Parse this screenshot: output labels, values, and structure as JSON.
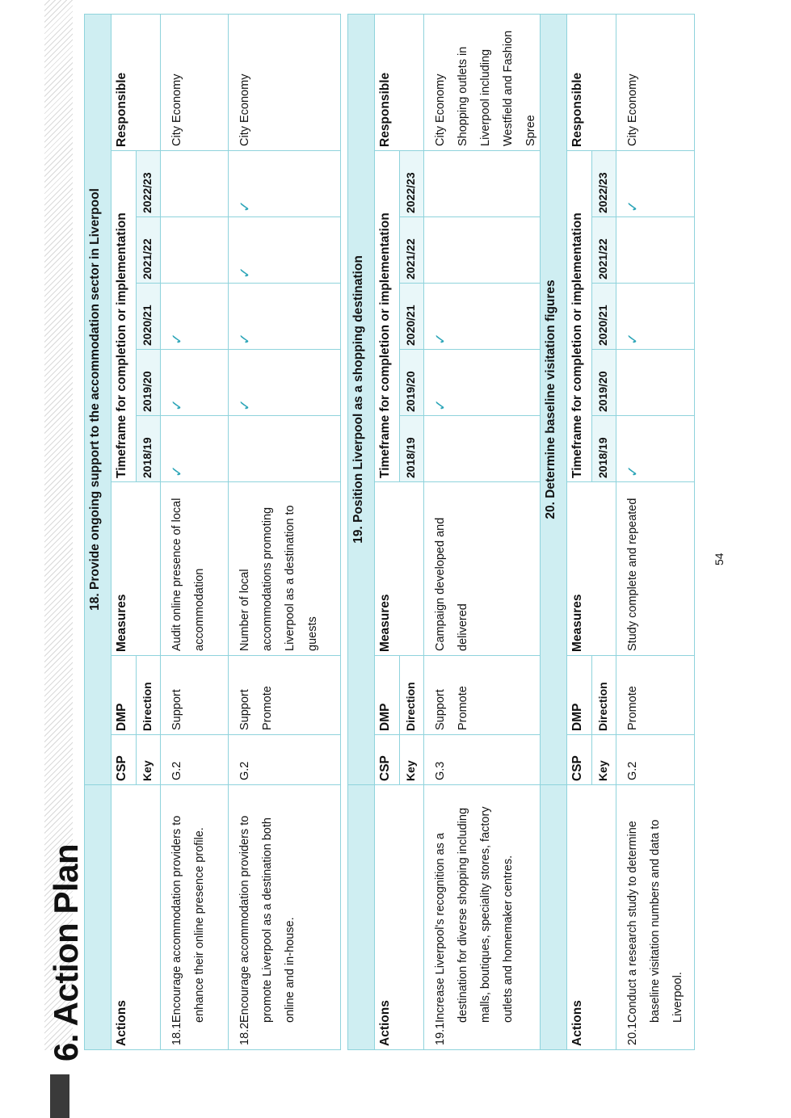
{
  "page": {
    "title": "6. Action Plan",
    "number": "54"
  },
  "colors": {
    "accent": "#8fd3dc",
    "band_fill": "#cfeef2",
    "check": "#2aa4b7"
  },
  "header_labels": {
    "actions": "Actions",
    "csp": "CSP",
    "key": "Key",
    "dmp": "DMP",
    "direction": "Direction",
    "measures": "Measures",
    "timeframe": "Timeframe for completion or implementation",
    "responsible": "Responsible",
    "years": [
      "2018/19",
      "2019/20",
      "2020/21",
      "2021/22",
      "2022/23"
    ]
  },
  "check_mark": "✓",
  "sections": [
    {
      "title": "18. Provide ongoing support to the accommodation sector in Liverpool",
      "rows": [
        {
          "id": "18.1",
          "action": "Encourage accommodation providers to enhance their online presence profile.",
          "csp": "G.2",
          "dmp": "Support",
          "measure": "Audit online presence of local accommodation",
          "years": [
            true,
            true,
            true,
            false,
            false
          ],
          "responsible": "City Economy"
        },
        {
          "id": "18.2",
          "action": "Encourage accommodation providers to promote Liverpool as a destination both online and in-house.",
          "csp": "G.2",
          "dmp": "Support\nPromote",
          "measure": "Number of local accommodations promoting Liverpool as a destination to guests",
          "years": [
            false,
            true,
            true,
            true,
            true
          ],
          "responsible": "City Economy"
        }
      ]
    },
    {
      "title": "19. Position Liverpool as a shopping destination",
      "rows": [
        {
          "id": "19.1",
          "action": "Increase Liverpool's recognition as a destination for diverse shopping including malls, boutiques, speciality stores, factory outlets and homemaker centres.",
          "csp": "G.3",
          "dmp": "Support\nPromote",
          "measure": "Campaign developed and delivered",
          "years": [
            false,
            true,
            true,
            false,
            false
          ],
          "responsible": "City Economy\nShopping outlets in Liverpool including Westfield and Fashion Spree"
        }
      ]
    },
    {
      "title": "20. Determine baseline visitation figures",
      "rows": [
        {
          "id": "20.1",
          "action": "Conduct a research study to determine baseline visitation numbers and data to Liverpool.",
          "csp": "G.2",
          "dmp": "Promote",
          "measure": "Study complete and repeated",
          "years": [
            true,
            false,
            true,
            false,
            true
          ],
          "responsible": "City Economy"
        }
      ]
    }
  ]
}
